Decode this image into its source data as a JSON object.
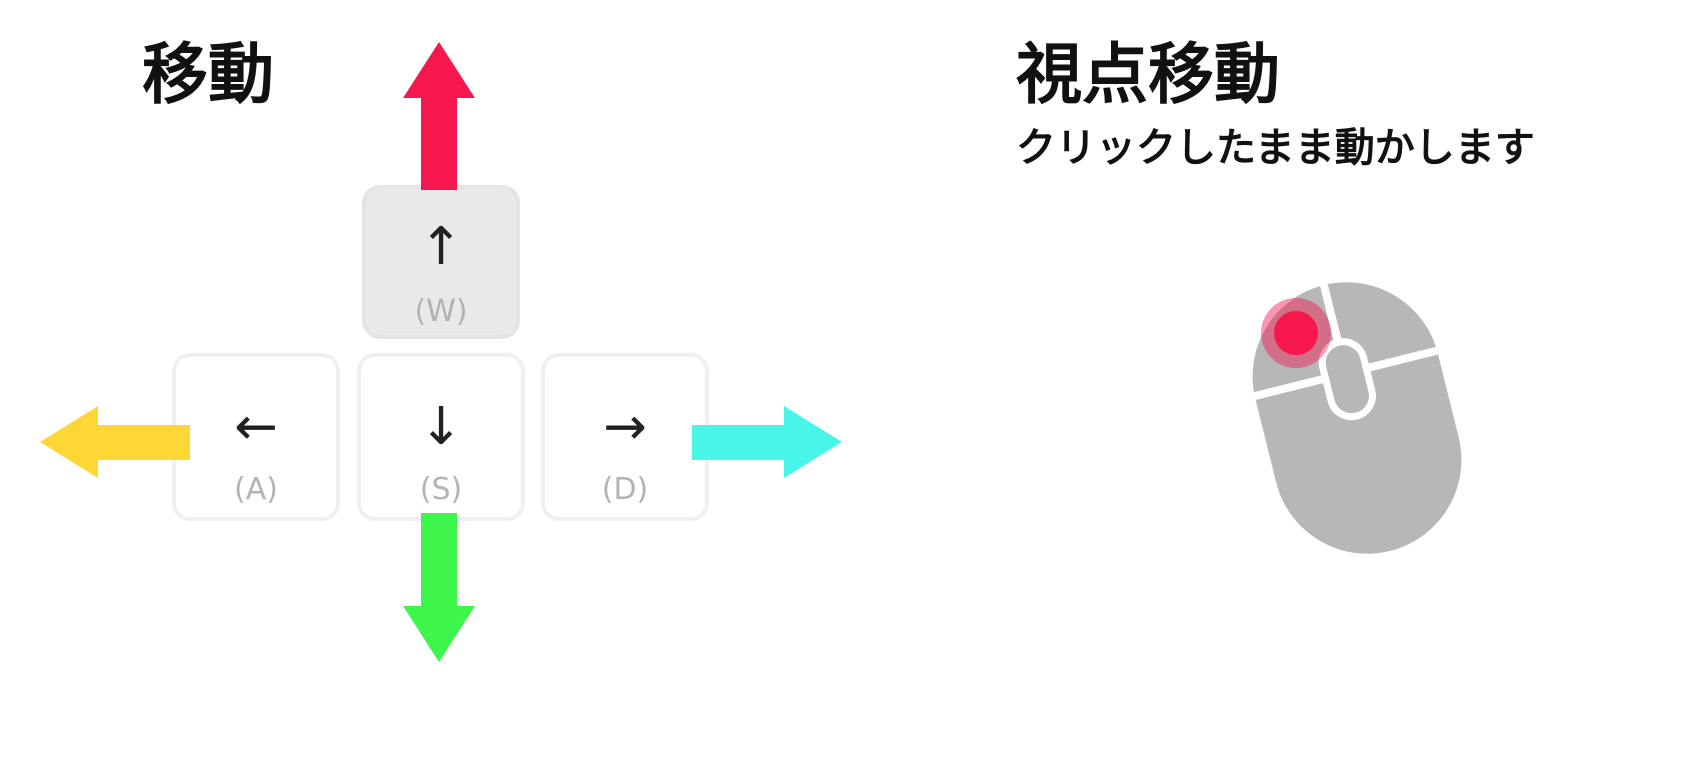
{
  "movement": {
    "title": "移動",
    "keys": {
      "up": {
        "glyph": "↑",
        "letter": "(W)"
      },
      "left": {
        "glyph": "←",
        "letter": "(A)"
      },
      "down": {
        "glyph": "↓",
        "letter": "(S)"
      },
      "right": {
        "glyph": "→",
        "letter": "(D)"
      }
    },
    "colors": {
      "up_arrow": "#f7174f",
      "left_arrow": "#fed635",
      "down_arrow": "#3ef54c",
      "right_arrow": "#48f5e8"
    },
    "pressed_key": "up"
  },
  "camera": {
    "title": "視点移動",
    "instruction": "クリックしたまま動かします",
    "icon": "mouse-icon",
    "highlight_button": "left",
    "colors": {
      "mouse_body": "#b7b7b7",
      "click_highlight": "#f7174f"
    }
  }
}
